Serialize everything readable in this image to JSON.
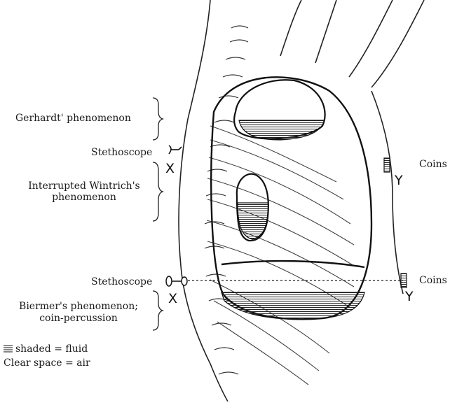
{
  "labels": {
    "gerhardt": "Gerhardt' phenomenon",
    "stethoscope_top": "Stethoscope",
    "x_top": "X",
    "interrupted_line1": "Interrupted Wintrich's",
    "interrupted_line2": "phenomenon",
    "stethoscope_bottom": "Stethoscope",
    "x_bottom": "X",
    "biermer_line1": "Biermer's phenomenon;",
    "biermer_line2": "coin-percussion",
    "coins_top": "Coins",
    "y_top": "Y",
    "coins_bottom": "Coins",
    "y_bottom": "Y"
  },
  "legend": {
    "shaded": "shaded = fluid",
    "clear": "Clear space = air"
  }
}
